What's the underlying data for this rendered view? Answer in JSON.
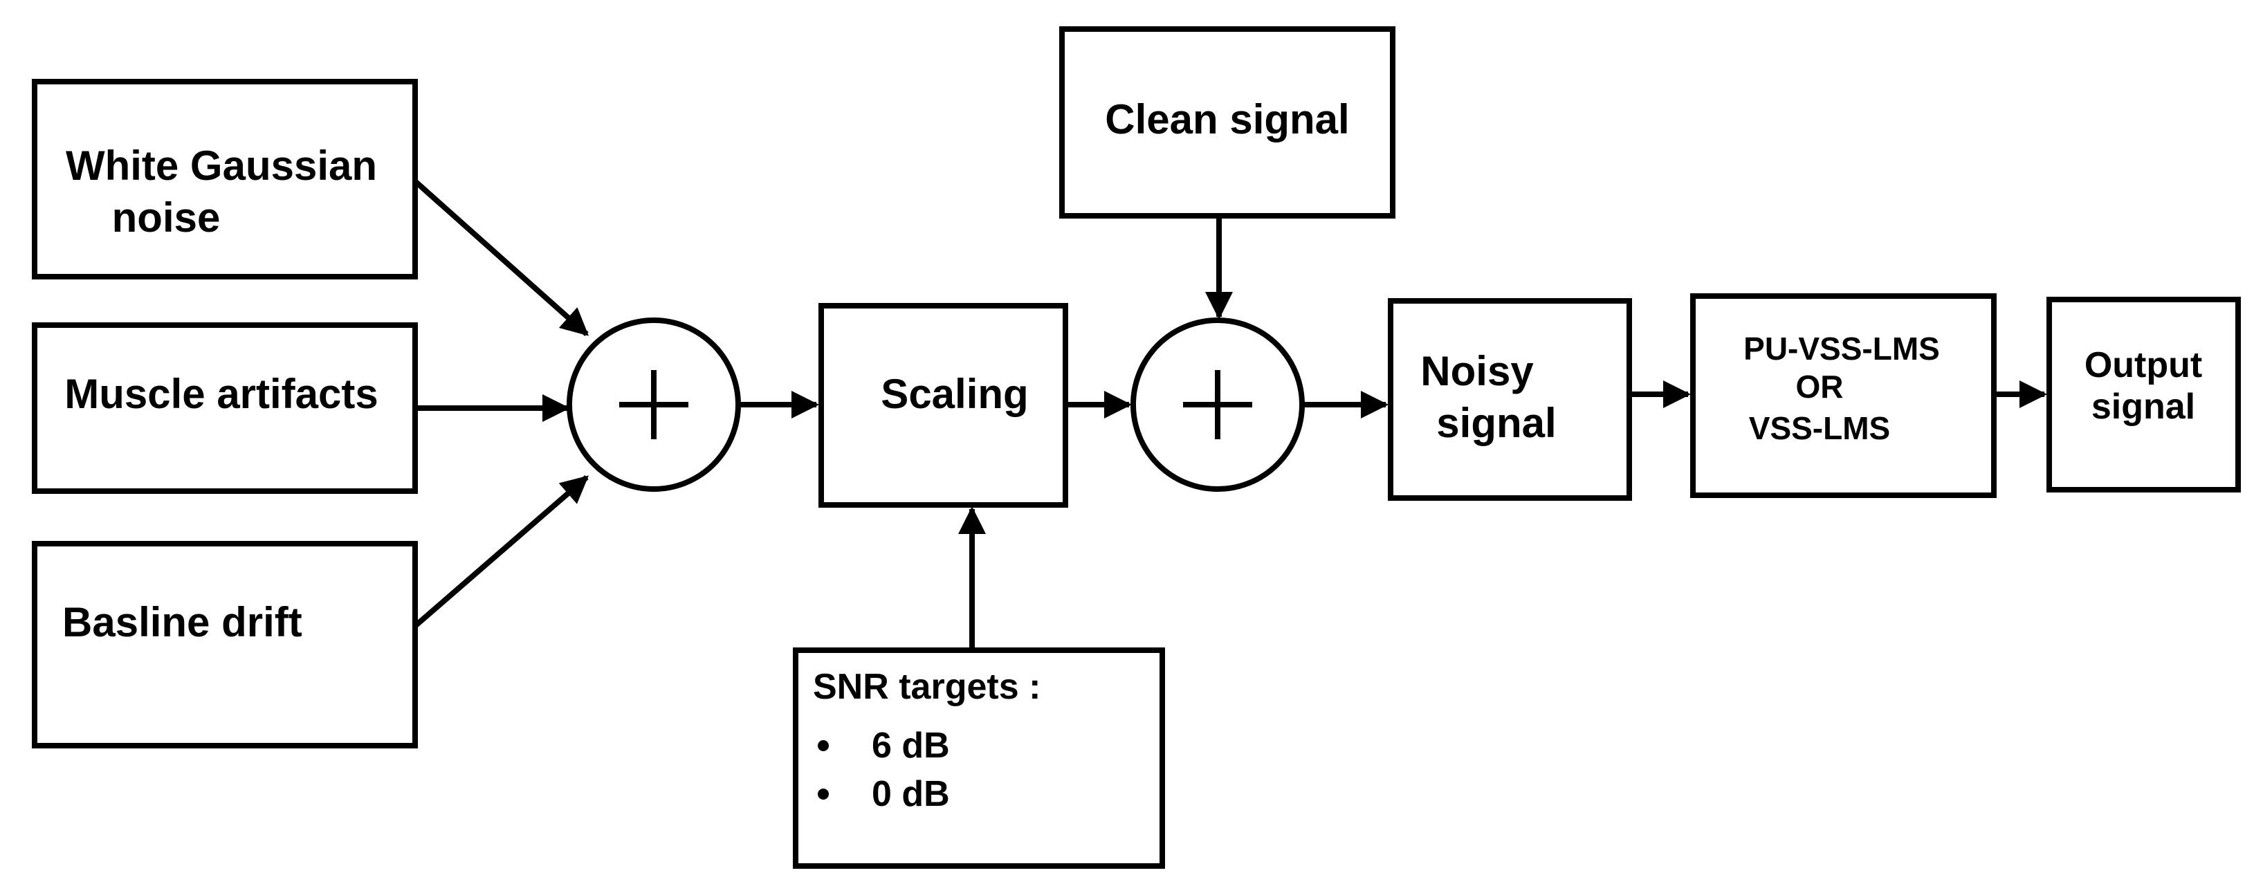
{
  "nodes": {
    "white_noise": {
      "line1": "White Gaussian",
      "line2": "noise"
    },
    "muscle_artifacts": {
      "label": "Muscle artifacts"
    },
    "baseline_drift": {
      "label": "Basline drift"
    },
    "scaling": {
      "label": "Scaling"
    },
    "snr_targets": {
      "title": "SNR targets :",
      "items": [
        "6 dB",
        "0 dB"
      ]
    },
    "clean_signal": {
      "label": "Clean signal"
    },
    "noisy_signal": {
      "line1": "Noisy",
      "line2": "signal"
    },
    "filter": {
      "line1": "PU-VSS-LMS",
      "line2": "OR",
      "line3": "VSS-LMS"
    },
    "output_signal": {
      "line1": "Output",
      "line2": "signal"
    }
  },
  "operators": {
    "sum_noise": "+",
    "sum_signal": "+"
  }
}
